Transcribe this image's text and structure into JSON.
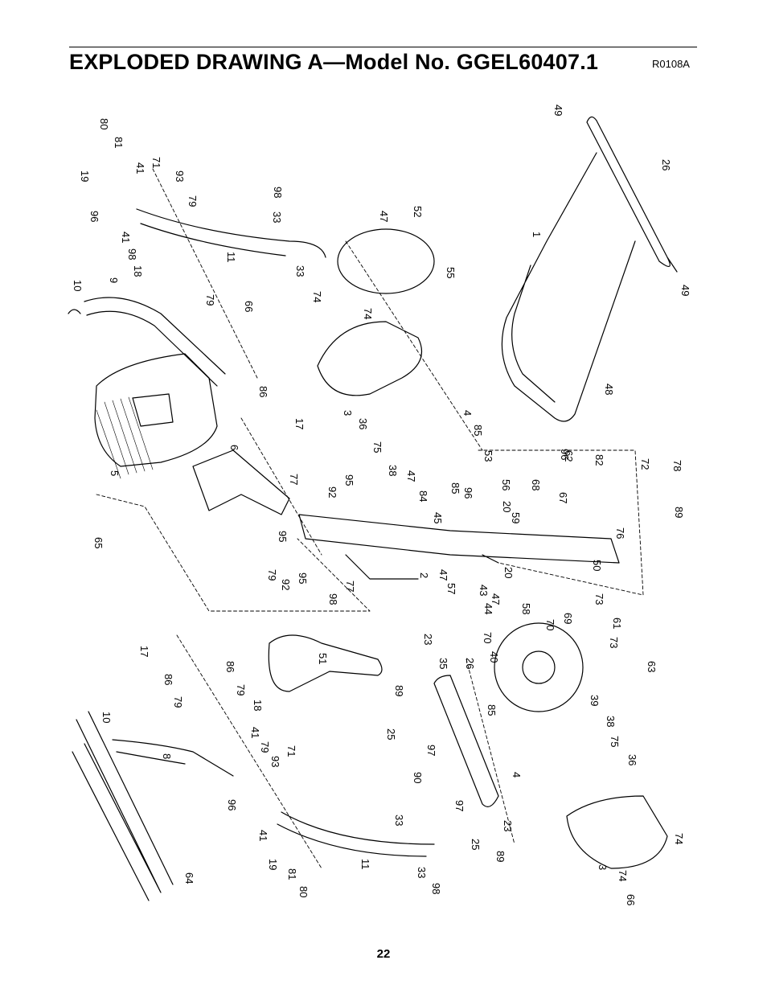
{
  "header": {
    "title": "EXPLODED DRAWING A—Model No. GGEL60407.1",
    "drawing_code": "R0108A"
  },
  "page_number": "22",
  "part_labels": [
    "1",
    "2",
    "3",
    "3",
    "4",
    "4",
    "5",
    "6",
    "8",
    "9",
    "10",
    "10",
    "11",
    "11",
    "17",
    "17",
    "18",
    "18",
    "19",
    "19",
    "20",
    "20",
    "23",
    "23",
    "25",
    "25",
    "26",
    "26",
    "33",
    "33",
    "33",
    "33",
    "35",
    "36",
    "36",
    "38",
    "38",
    "39",
    "40",
    "41",
    "41",
    "41",
    "41",
    "43",
    "44",
    "45",
    "47",
    "47",
    "47",
    "47",
    "48",
    "49",
    "49",
    "50",
    "51",
    "52",
    "53",
    "55",
    "56",
    "57",
    "58",
    "59",
    "61",
    "62",
    "63",
    "64",
    "65",
    "66",
    "66",
    "67",
    "68",
    "69",
    "70",
    "70",
    "71",
    "71",
    "72",
    "73",
    "73",
    "74",
    "74",
    "74",
    "74",
    "75",
    "75",
    "76",
    "77",
    "77",
    "78",
    "79",
    "79",
    "79",
    "79",
    "79",
    "79",
    "80",
    "80",
    "81",
    "81",
    "82",
    "84",
    "85",
    "85",
    "85",
    "86",
    "86",
    "86",
    "89",
    "89",
    "89",
    "90",
    "92",
    "92",
    "93",
    "93",
    "95",
    "95",
    "95",
    "96",
    "96",
    "96",
    "96",
    "97",
    "97",
    "98",
    "98",
    "98",
    "98"
  ]
}
